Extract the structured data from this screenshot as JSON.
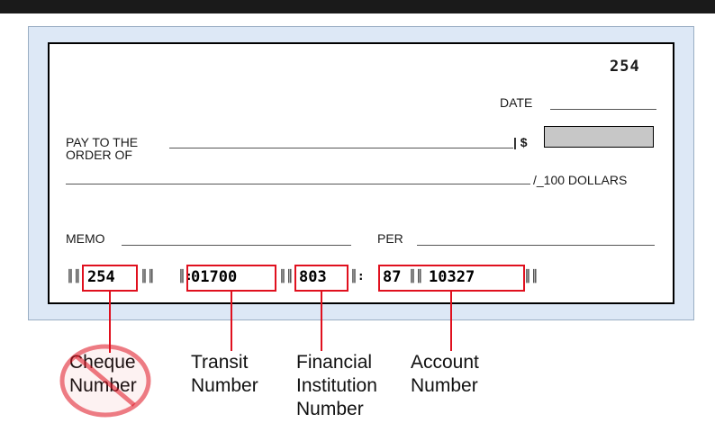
{
  "cheque": {
    "number": "254",
    "date_label": "DATE",
    "pay_line1": "PAY TO THE",
    "pay_line2": "ORDER OF",
    "dollar_sign": "| $",
    "dollars_label": "/_100 DOLLARS",
    "memo_label": "MEMO",
    "per_label": "PER"
  },
  "micr": {
    "lead_symbol": "║║",
    "cheque_number": "254",
    "after_cheque": "║║",
    "transit_open": "║:",
    "transit_number": "01700",
    "transit_sep": "║║",
    "institution_number": "803",
    "institution_close": "║:",
    "account_part1": "87",
    "account_sep": "║║",
    "account_part2": "10327",
    "account_close": "║║"
  },
  "labels": {
    "cheque_number": [
      "Cheque",
      "Number"
    ],
    "transit_number": [
      "Transit",
      "Number"
    ],
    "institution_number": [
      "Financial",
      "Institution",
      "Number"
    ],
    "account_number": [
      "Account",
      "Number"
    ]
  },
  "colors": {
    "highlight": "#e0101e",
    "frame": "#dde8f6",
    "amount_box": "#c7c7c7"
  }
}
